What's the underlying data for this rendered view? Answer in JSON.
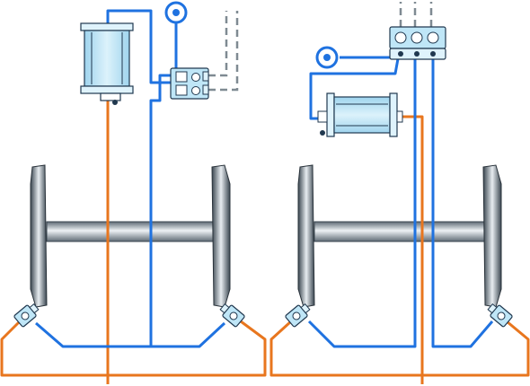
{
  "colors": {
    "air_line": "#1f72e0",
    "oil_line": "#e8761e",
    "dashed_line": "#7f8a92",
    "cylinder_fill": "#bfe6f7",
    "component_stroke": "#20384f",
    "axle_light": "#eef2f5",
    "axle_dark": "#5e6a74",
    "wheel_dark": "#3a4650",
    "background": "#ffffff"
  },
  "icons": {
    "pressure_gauge": "pressure-gauge-icon",
    "cylinder": "pneumatic-cylinder-icon",
    "valve_block": "valve-block-icon",
    "distributor": "distributor-block-icon",
    "nozzle": "spray-nozzle-icon",
    "wheelset": "wheelset-icon"
  },
  "systems": [
    {
      "id": "left",
      "cylinder_orientation": "vertical",
      "valve_outputs": 2
    },
    {
      "id": "right",
      "cylinder_orientation": "horizontal",
      "valve_outputs": 3
    }
  ]
}
